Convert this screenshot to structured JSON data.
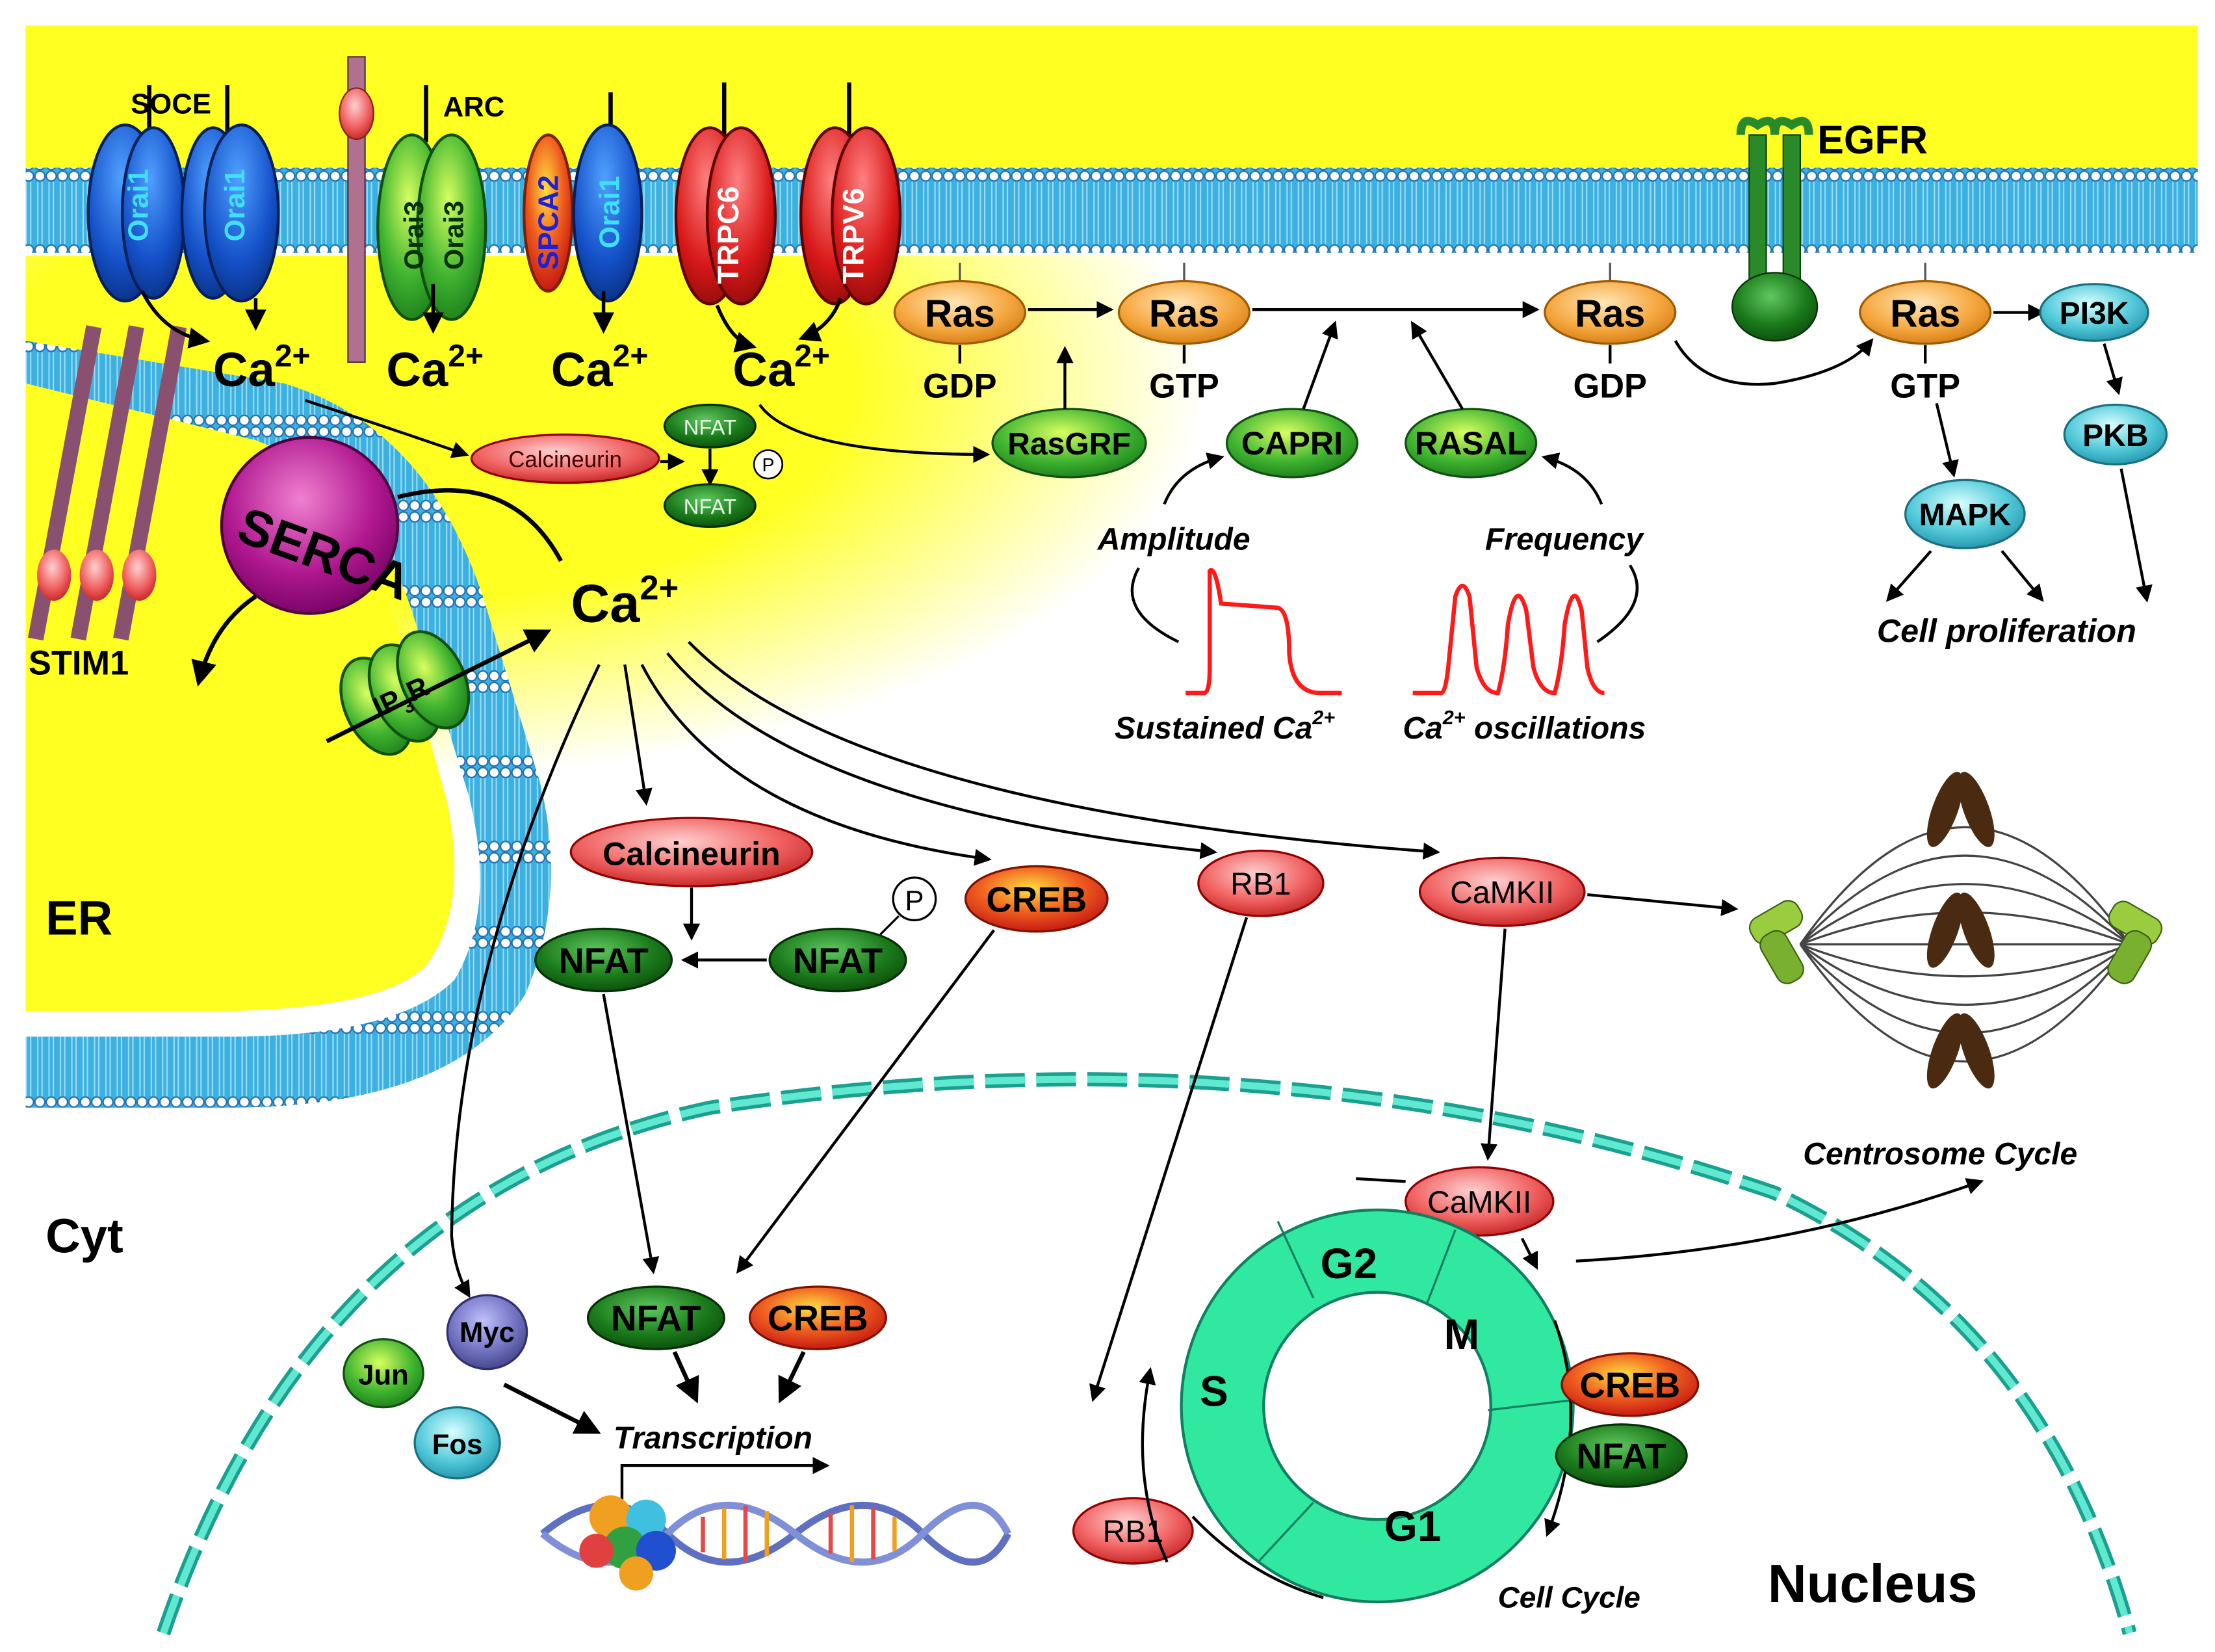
{
  "labels": {
    "soce": "SOCE",
    "arc": "ARC",
    "egfr": "EGFR",
    "orai1": "Orai1",
    "orai3": "Orai3",
    "spca2": "SPCA2",
    "trpc6": "TRPC6",
    "trpv6": "TRPV6",
    "stim1": "STIM1",
    "serca": "SERCA",
    "ip3r": "IP",
    "ip3r_sub": "3",
    "ip3r_tail": "R",
    "ca": "Ca",
    "ca_sup": "2+",
    "er": "ER",
    "cyt": "Cyt",
    "nucleus": "Nucleus",
    "calcineurin": "Calcineurin",
    "nfat": "NFAT",
    "p": "P",
    "creb": "CREB",
    "rb1": "RB1",
    "camkii": "CaMKII",
    "ras": "Ras",
    "gdp": "GDP",
    "gtp": "GTP",
    "rasgrf": "RasGRF",
    "capri": "CAPRI",
    "rasal": "RASAL",
    "pi3k": "PI3K",
    "pkb": "PKB",
    "mapk": "MAPK",
    "amplitude": "Amplitude",
    "frequency": "Frequency",
    "sustained": "Sustained Ca",
    "oscillations_pre": "Ca",
    "oscillations": " oscillations",
    "cell_proliferation": "Cell proliferation",
    "centrosome_cycle": "Centrosome Cycle",
    "cell_cycle": "Cell Cycle",
    "transcription": "Transcription",
    "jun": "Jun",
    "myc": "Myc",
    "fos": "Fos",
    "g1": "G1",
    "g2": "G2",
    "s": "S",
    "m": "M"
  },
  "colors": {
    "cytoplasm": "#ffff22",
    "membrane": "#3cb0e0",
    "orai1": "#1450c8",
    "orai3": "#2ea82e",
    "trp": "#d81818",
    "ras": "#f5a030",
    "green_node": "#3cae2e",
    "red_node": "#e84848",
    "cyan_node": "#4cc8d8",
    "cell_cycle": "#2ee8a0",
    "dark_nfat": "#1a6e1a"
  }
}
